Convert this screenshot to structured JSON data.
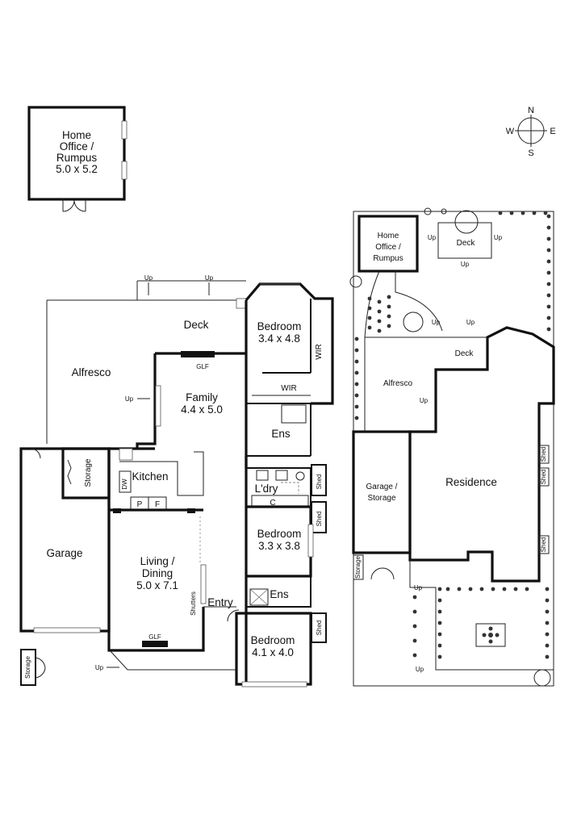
{
  "floorplan": {
    "studio": {
      "label": [
        "Home",
        "Office /",
        "Rumpus"
      ],
      "size": "5.0 x 5.2"
    },
    "rooms": {
      "bed1": {
        "label": "Bedroom",
        "size": "3.4 x 4.8"
      },
      "wir1": "WIR",
      "wir2": "WIR",
      "deck": "Deck",
      "alfresco": "Alfresco",
      "glf_family": "GLF",
      "family": {
        "label": "Family",
        "size": "4.4 x 5.0"
      },
      "ens1": "Ens",
      "storage_main": "Storage",
      "kitchen": "Kitchen",
      "dw": "DW",
      "pantry_p": "P",
      "pantry_f": "F",
      "laundry": "L'dry",
      "linen_c": "C",
      "shed1": "Shed",
      "shed2": "Shed",
      "garage": "Garage",
      "living": {
        "label": [
          "Living /",
          "Dining"
        ],
        "size": "5.0 x 7.1"
      },
      "bed2": {
        "label": "Bedroom",
        "size": "3.3 x 3.8"
      },
      "ens2": "Ens",
      "shutters": "Shutters",
      "entry": "Entry",
      "shed3": "Shed",
      "glf_living": "GLF",
      "bed3": {
        "label": "Bedroom",
        "size": "4.1 x 4.0"
      },
      "storage_small": "Storage",
      "up": "Up"
    }
  },
  "siteplan": {
    "home_office": [
      "Home",
      "Office /",
      "Rumpus"
    ],
    "deck_top": "Deck",
    "deck": "Deck",
    "alfresco": "Alfresco",
    "garage_storage": [
      "Garage /",
      "Storage"
    ],
    "residence": "Residence",
    "shed": "Shed",
    "storage": "Storage",
    "up": "Up"
  },
  "compass": {
    "n": "N",
    "s": "S",
    "e": "E",
    "w": "W"
  }
}
